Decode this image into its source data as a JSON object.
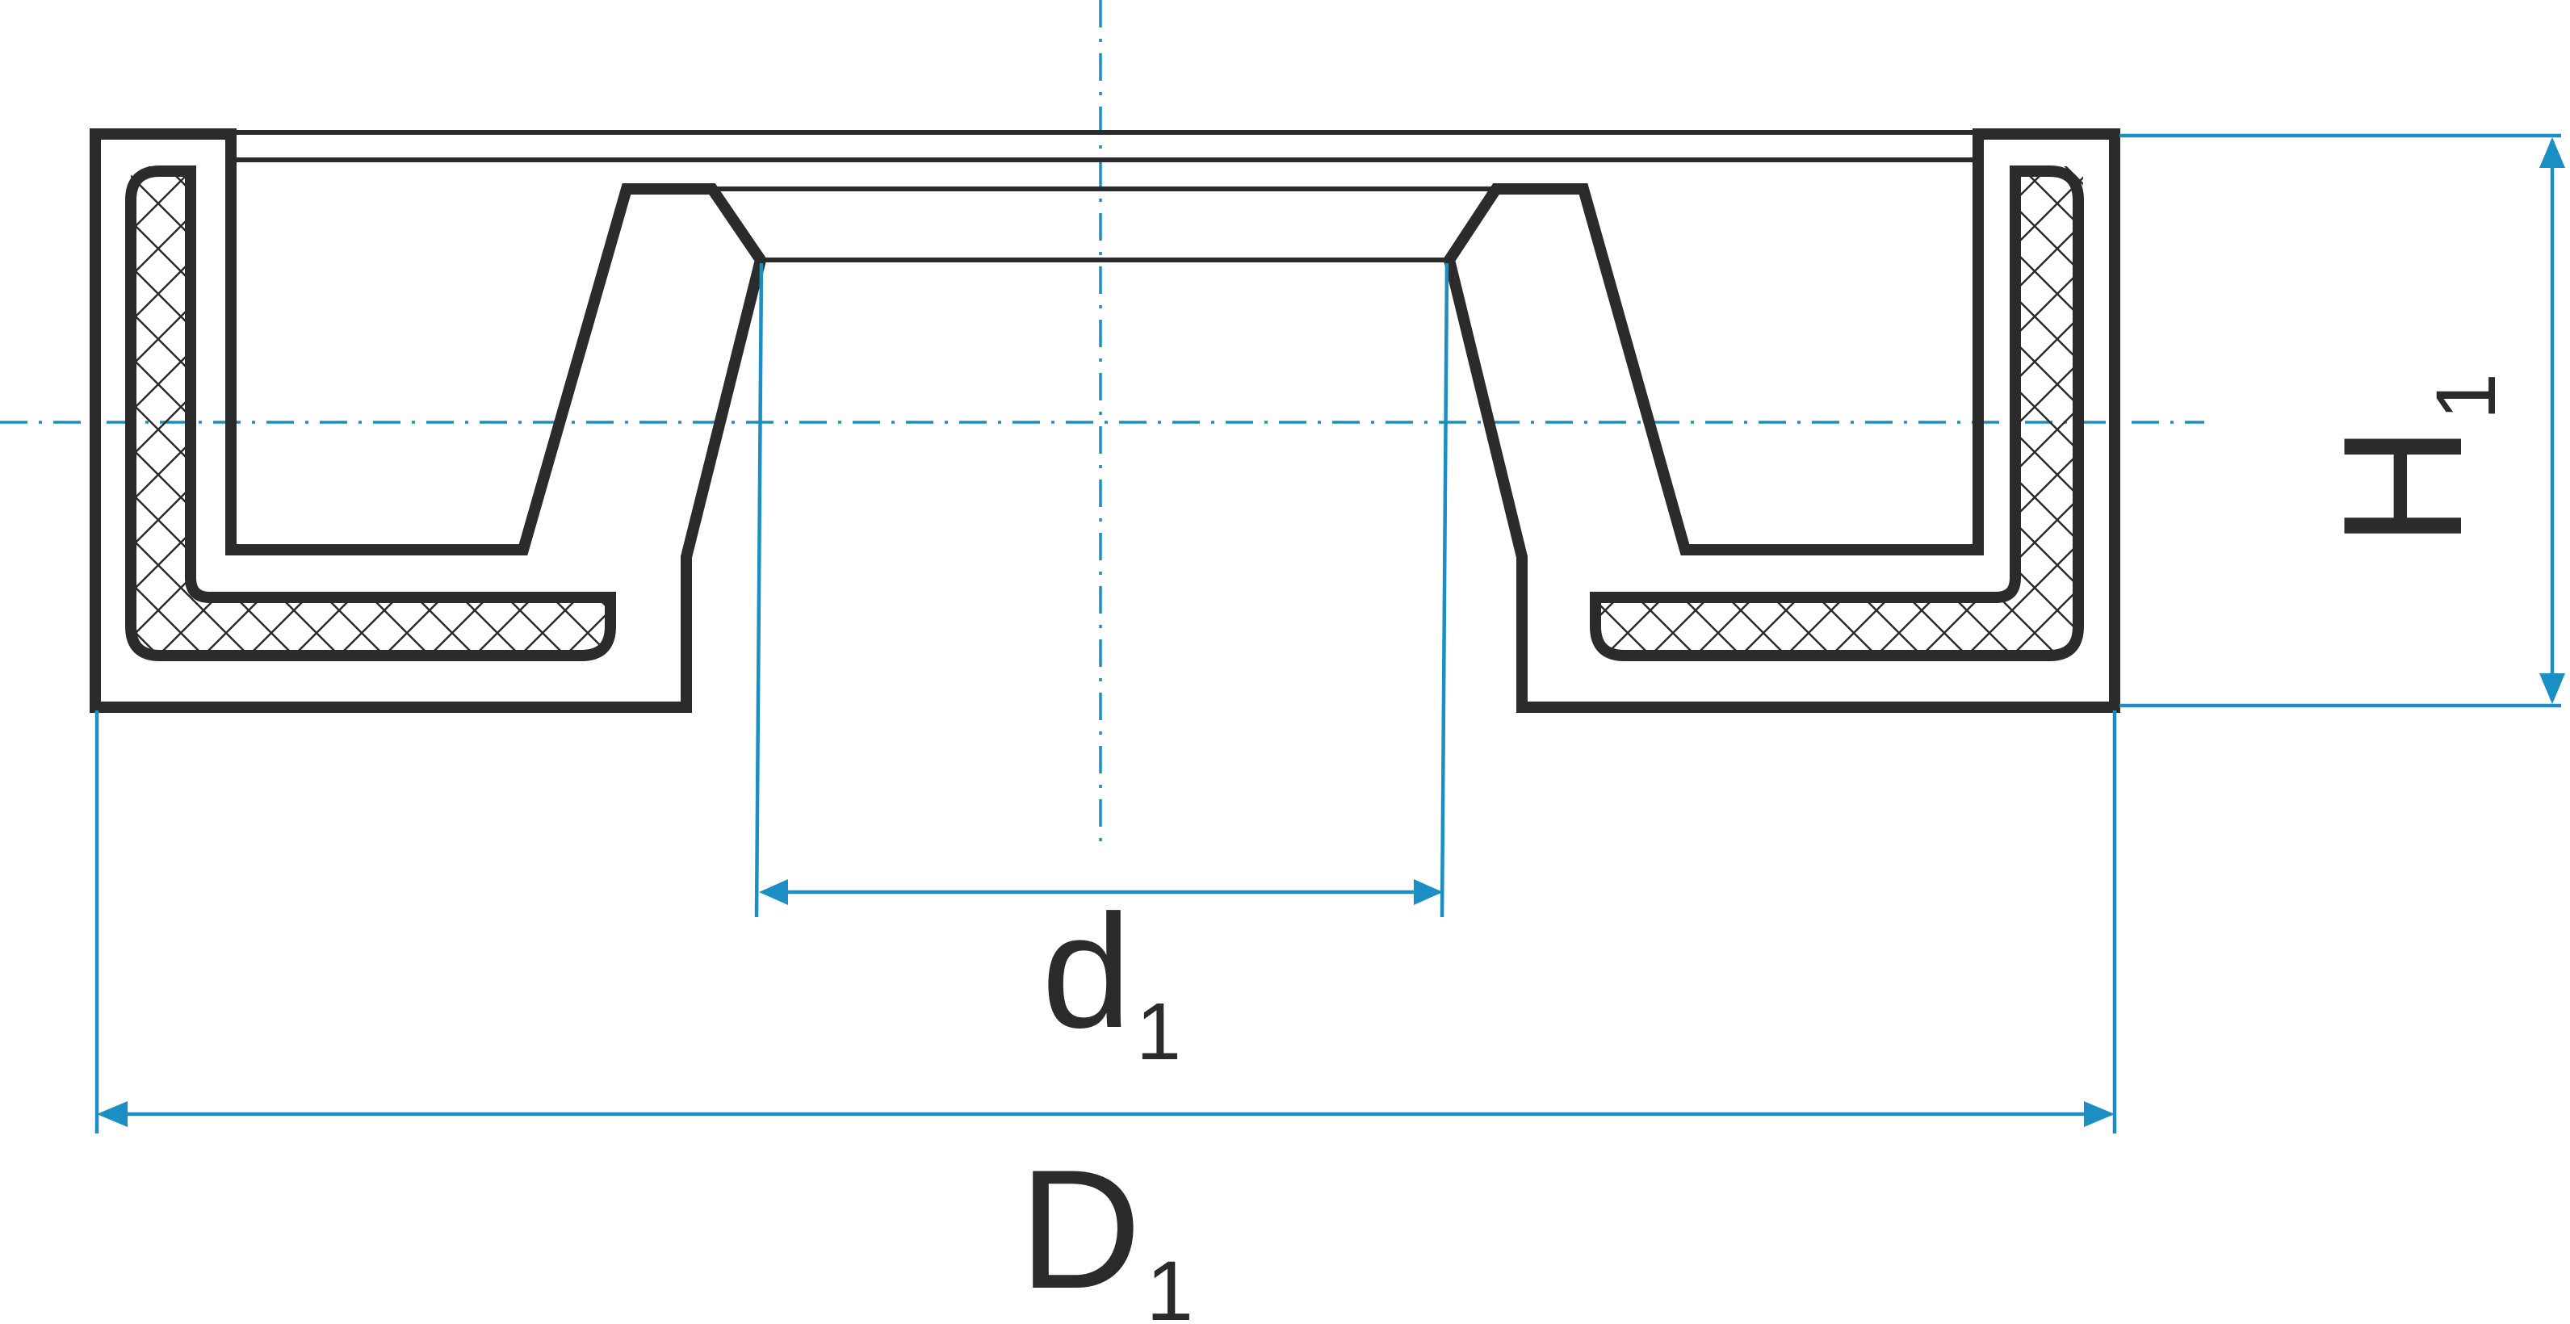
{
  "diagram": {
    "dimensions": {
      "inner_diameter": {
        "symbol": "d",
        "subscript": "1"
      },
      "outer_diameter": {
        "symbol": "D",
        "subscript": "1"
      },
      "height": {
        "symbol": "H",
        "subscript": "1"
      }
    },
    "colors": {
      "outline": "#2b2b2b",
      "dimension": "#1b8fc4",
      "background": "#ffffff"
    }
  }
}
